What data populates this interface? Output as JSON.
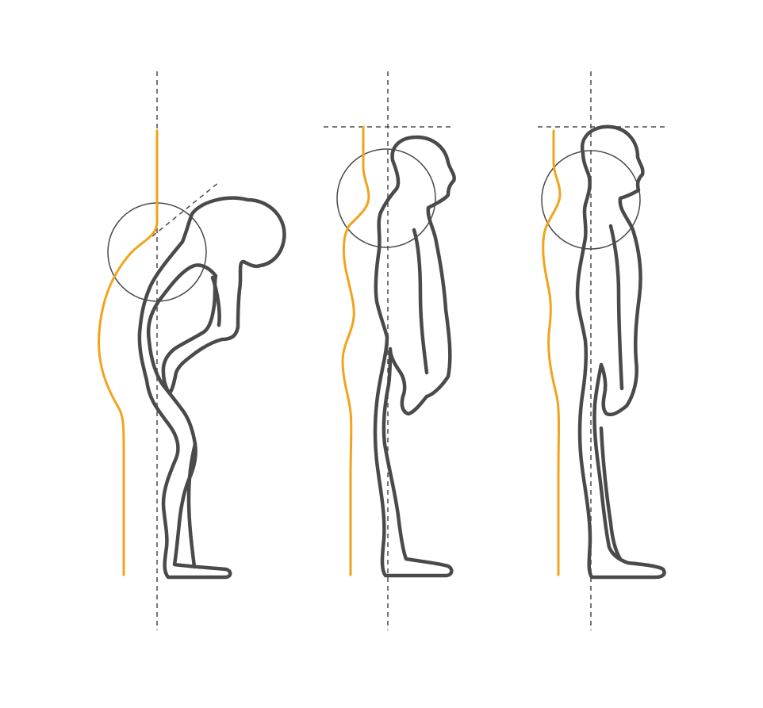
{
  "illustration": {
    "subject": "posture-comparison",
    "figures": [
      {
        "id": "figure-1",
        "posture": "stooped"
      },
      {
        "id": "figure-2",
        "posture": "slightly-curved"
      },
      {
        "id": "figure-3",
        "posture": "upright"
      }
    ]
  },
  "colors": {
    "background": "#ffffff",
    "outline": "#4a4a4a",
    "spine": "#f2a31b",
    "guide": "#4a4a4a",
    "circle": "#4a4a4a"
  }
}
